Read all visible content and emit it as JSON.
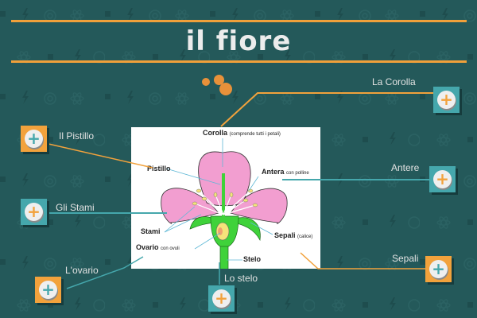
{
  "header": {
    "title": "il fiore"
  },
  "colors": {
    "background": "#24595a",
    "accent_orange": "#f2a23c",
    "accent_teal": "#45a7ac",
    "text": "#e2e2e2"
  },
  "diagram": {
    "labels": {
      "corolla": "Corolla",
      "corolla_note": "(comprende tutti i petali)",
      "pistillo": "Pistillo",
      "antera": "Antera",
      "antera_note": "con polline",
      "stami": "Stami",
      "sepali": "Sepali",
      "sepali_note": "(calice)",
      "ovario": "Ovario",
      "ovario_note": "con ovuli",
      "stelo": "Stelo"
    }
  },
  "hotspots": [
    {
      "id": "corolla",
      "label": "La Corolla",
      "icon": "plus-icon",
      "style": "teal"
    },
    {
      "id": "pistillo",
      "label": "Il Pistillo",
      "icon": "plus-icon",
      "style": "orange"
    },
    {
      "id": "stami",
      "label": "Gli Stami",
      "icon": "plus-icon",
      "style": "teal"
    },
    {
      "id": "ovario",
      "label": "L'ovario",
      "icon": "plus-icon",
      "style": "orange"
    },
    {
      "id": "stelo",
      "label": "Lo stelo",
      "icon": "plus-icon",
      "style": "teal"
    },
    {
      "id": "antere",
      "label": "Antere",
      "icon": "plus-icon",
      "style": "teal"
    },
    {
      "id": "sepali",
      "label": "Sepali",
      "icon": "plus-icon",
      "style": "orange"
    }
  ],
  "icons": {
    "plus": "+"
  }
}
